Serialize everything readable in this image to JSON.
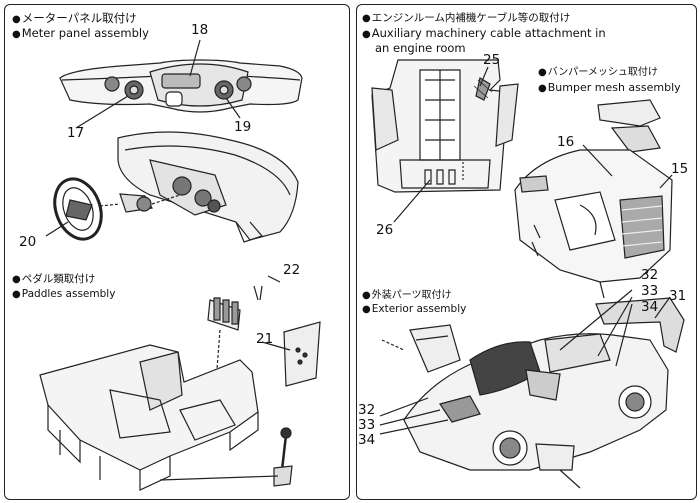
{
  "left": {
    "meter": {
      "heading_jp": "メーターパネル取付け",
      "heading_en": "Meter panel assembly",
      "parts": [
        "18",
        "17",
        "19",
        "20"
      ]
    },
    "paddles": {
      "heading_jp": "ペダル類取付け",
      "heading_en": "Paddles assembly",
      "parts": [
        "22",
        "21"
      ]
    }
  },
  "right": {
    "engine": {
      "heading_jp": "エンジンルーム内補機ケーブル等の取付け",
      "heading_en_line1": "Auxiliary machinery cable attachment in",
      "heading_en_line2": "an engine room",
      "parts": [
        "25",
        "26"
      ]
    },
    "bumper": {
      "heading_jp": "バンパーメッシュ取付け",
      "heading_en": "Bumper mesh assembly",
      "parts": [
        "16",
        "15"
      ]
    },
    "exterior": {
      "heading_jp": "外装パーツ取付け",
      "heading_en": "Exterior assembly",
      "parts_upper": [
        "32",
        "33",
        "34"
      ],
      "part_31": "31",
      "parts_lower": [
        "32",
        "33",
        "34"
      ]
    }
  },
  "bullet": "●"
}
